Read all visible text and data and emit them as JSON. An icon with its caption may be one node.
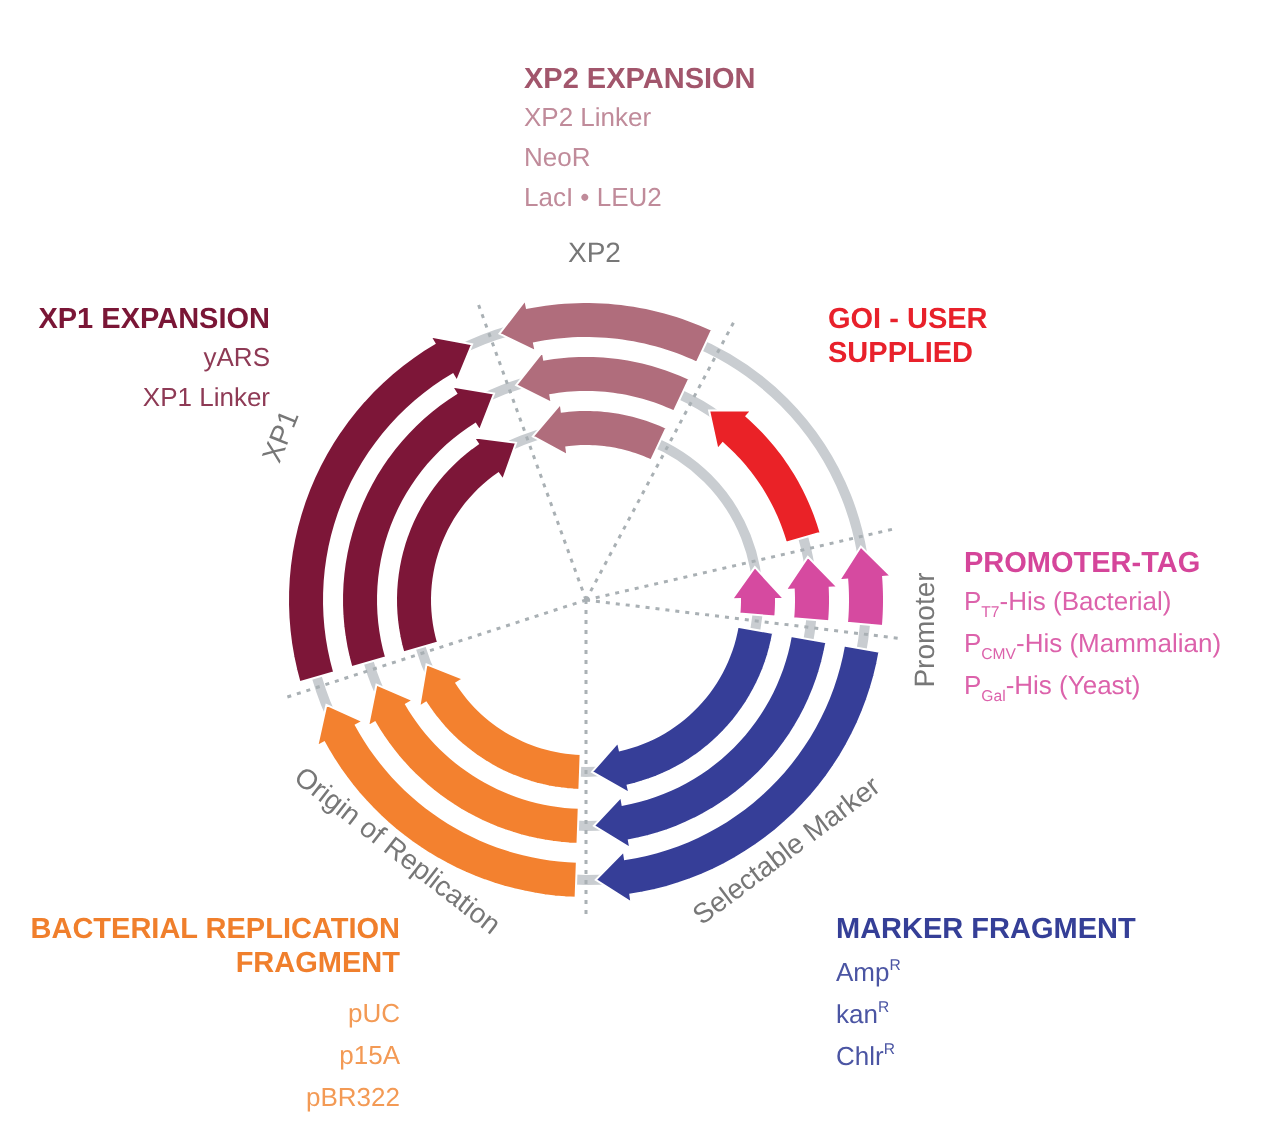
{
  "diagram": {
    "labels": [
      "XP2 EXPANSION",
      "XP2 Linker",
      "NeoR",
      "LacI • LEU2",
      "XP2",
      "XP1 EXPANSION",
      "yARS",
      "XP1 Linker",
      "GOI - USER SUPPLIED",
      "XP1",
      "Promoter",
      "PROMOTER-TAG",
      "P$_{T7}$-His (Bacterial)",
      "P$_{CMV}$-His (Mammalian)",
      "P$_{Gal}$-His (Yeast)",
      "Origin of Replication",
      "Selectable Marker",
      "BACTERIAL REPLICATION FRAGMENT",
      "pUC",
      "p15A",
      "pBR322",
      "MARKER FRAGMENT",
      "Amp$^{R}$",
      "kan$^{R}$",
      "Chlr$^{R}$"
    ]
  }
}
